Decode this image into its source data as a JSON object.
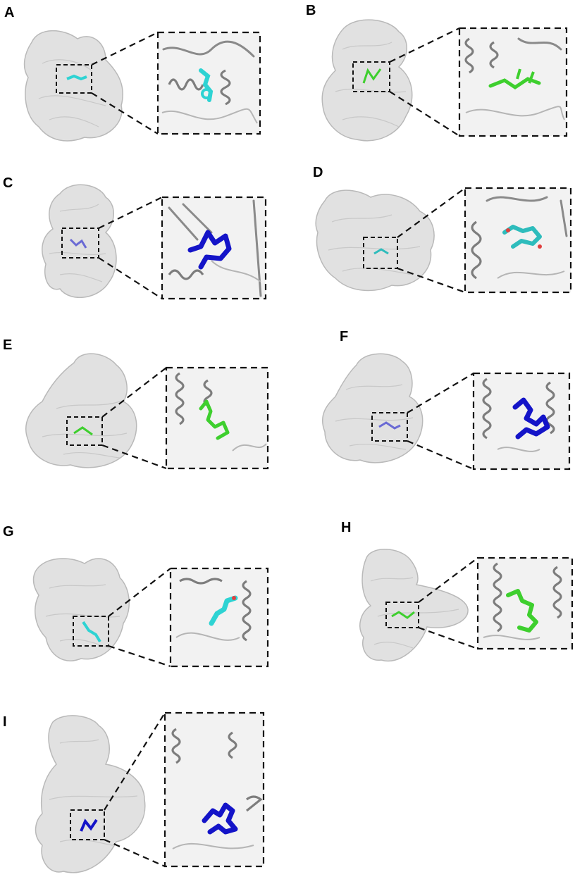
{
  "figure": {
    "panels": [
      {
        "id": "A",
        "label": "A",
        "ligand_color": "#2ed3d3",
        "style": "surface-with-zoom"
      },
      {
        "id": "B",
        "label": "B",
        "ligand_color": "#3ecf2e",
        "style": "surface-with-zoom"
      },
      {
        "id": "C",
        "label": "C",
        "ligand_color": "#1414c8",
        "style": "surface-with-zoom"
      },
      {
        "id": "D",
        "label": "D",
        "ligand_color": "#2ebcbc",
        "style": "surface-with-zoom"
      },
      {
        "id": "E",
        "label": "E",
        "ligand_color": "#3ecf2e",
        "style": "surface-with-zoom"
      },
      {
        "id": "F",
        "label": "F",
        "ligand_color": "#1414c8",
        "style": "surface-with-zoom"
      },
      {
        "id": "G",
        "label": "G",
        "ligand_color": "#2ed3d3",
        "style": "surface-with-zoom"
      },
      {
        "id": "H",
        "label": "H",
        "ligand_color": "#3ecf2e",
        "style": "surface-with-zoom"
      },
      {
        "id": "I",
        "label": "I",
        "ligand_color": "#1414c8",
        "style": "surface-with-zoom"
      }
    ],
    "colors": {
      "surface": "#e1e1e1",
      "cartoon": "#8a8a8a",
      "frame": "#111111",
      "background": "#ffffff"
    }
  }
}
